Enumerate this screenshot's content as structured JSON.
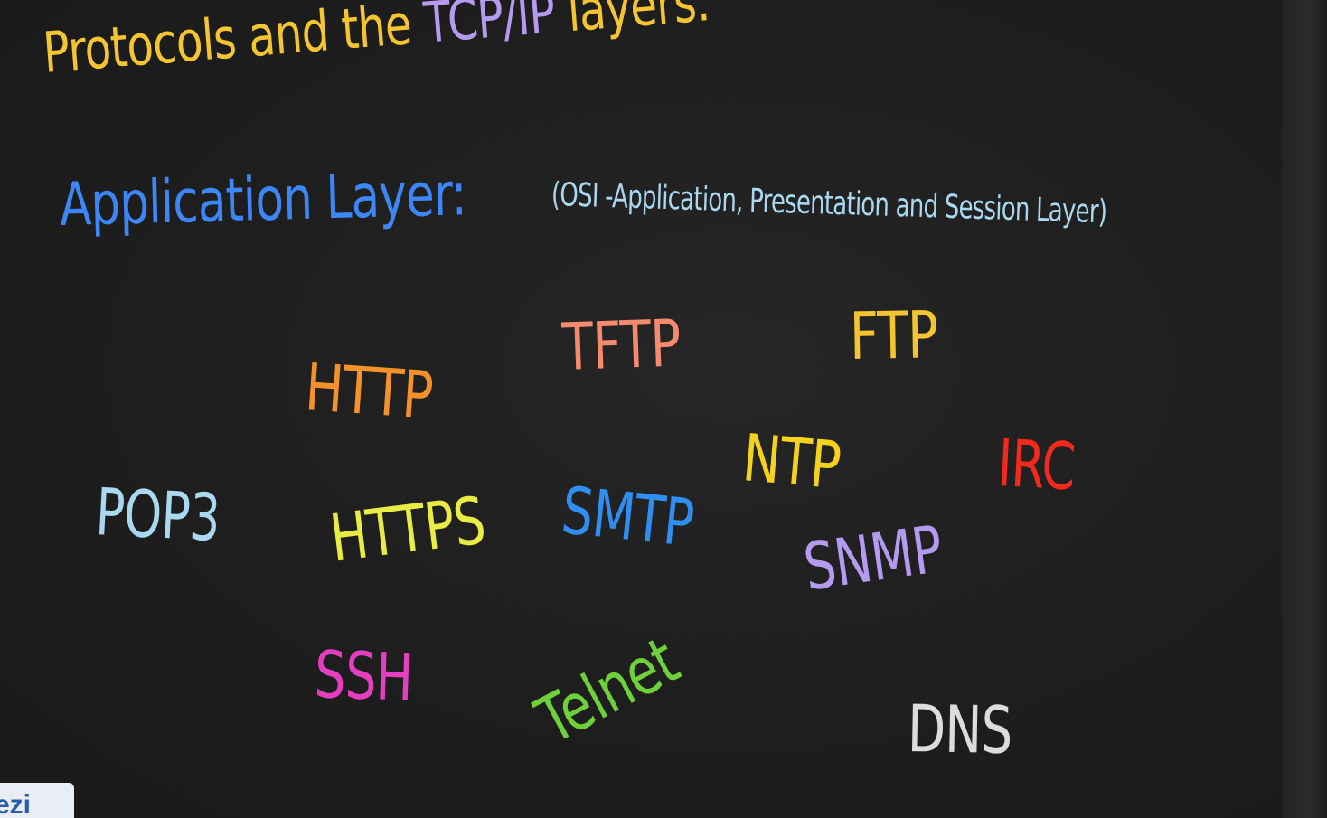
{
  "title": {
    "part1": "Protocols and the ",
    "part2": "TCP/IP",
    "part3": " layers:"
  },
  "application_layer": {
    "heading": "Application Layer:",
    "note": "(OSI -Application, Presentation and Session Layer)"
  },
  "protocols": {
    "http": "HTTP",
    "tftp": "TFTP",
    "ftp": "FTP",
    "ntp": "NTP",
    "irc": "IRC",
    "pop3": "POP3",
    "https": "HTTPS",
    "smtp": "SMTP",
    "snmp": "SNMP",
    "ssh": "SSH",
    "telnet": "Telnet",
    "dns": "DNS"
  },
  "corner_tab": {
    "label": "ezi"
  },
  "colors": {
    "background": "#1c1c1c",
    "title_yellow": "#f5c531",
    "title_purple": "#b59bef",
    "heading_blue": "#3d86f5",
    "note_light_blue": "#a9d8ef"
  }
}
